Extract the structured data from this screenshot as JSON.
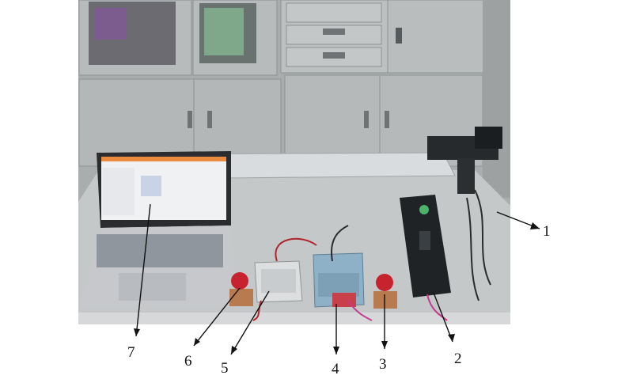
{
  "figure": {
    "callouts": [
      {
        "id": "1",
        "label": "1"
      },
      {
        "id": "2",
        "label": "2"
      },
      {
        "id": "3",
        "label": "3"
      },
      {
        "id": "4",
        "label": "4"
      },
      {
        "id": "5",
        "label": "5"
      },
      {
        "id": "6",
        "label": "6"
      },
      {
        "id": "7",
        "label": "7"
      }
    ]
  },
  "colors": {
    "background": "#ffffff",
    "cabinet": "#b8bcbc",
    "table": "#c9cbcb",
    "rail": "#d4d7d9",
    "laptop": "#c6c8cb",
    "screen": "#f1f2f4",
    "driver": "#1f2326",
    "plc": "#8fb1c7",
    "button_red": "#c7232f",
    "leader": "#111111"
  },
  "icons": [
    "laptop-icon",
    "servo-driver-icon",
    "plc-icon",
    "power-supply-icon",
    "emergency-button-icon",
    "linear-module-icon"
  ]
}
